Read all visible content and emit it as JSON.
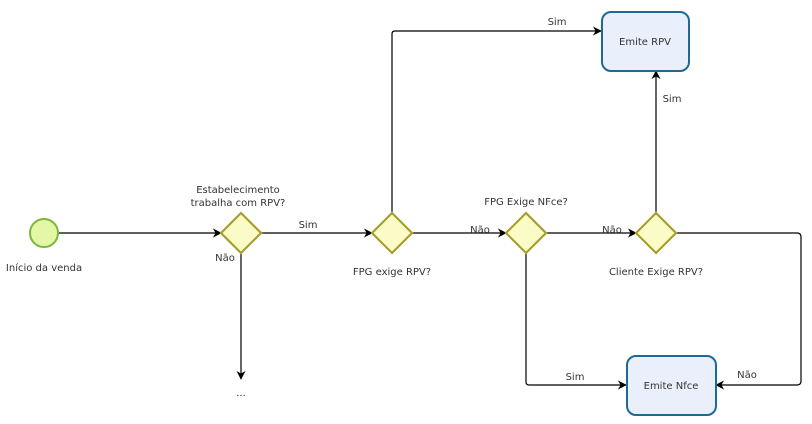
{
  "diagram": {
    "type": "bpmn-flow",
    "colors": {
      "start_fill": "#e4f7a6",
      "start_stroke": "#7ab83a",
      "gateway_fill": "#fbfbc8",
      "gateway_stroke": "#a5a02d",
      "task_fill": "#eaeffc",
      "task_stroke": "#1e6a94",
      "line": "#000000",
      "text": "#333333"
    },
    "start_event": {
      "label": "Início da venda"
    },
    "gateways": [
      {
        "id": "gw1",
        "label_lines": [
          "Estabelecimento",
          "trabalha com RPV?"
        ]
      },
      {
        "id": "gw2",
        "label_lines": [
          "FPG exige RPV?"
        ]
      },
      {
        "id": "gw3",
        "label_lines": [
          "FPG Exige NFce?"
        ]
      },
      {
        "id": "gw4",
        "label_lines": [
          "Cliente Exige RPV?"
        ]
      }
    ],
    "tasks": [
      {
        "id": "emite-rpv",
        "label": "Emite RPV"
      },
      {
        "id": "emite-nfce",
        "label": "Emite Nfce"
      }
    ],
    "flows": [
      {
        "from": "start",
        "to": "gw1",
        "label": ""
      },
      {
        "from": "gw1",
        "to": "gw2",
        "label": "Sim"
      },
      {
        "from": "gw1",
        "to": "continuation",
        "label": "Não"
      },
      {
        "from": "gw2",
        "to": "emite-rpv",
        "label": "Sim"
      },
      {
        "from": "gw2",
        "to": "gw3",
        "label": "Não"
      },
      {
        "from": "gw3",
        "to": "gw4",
        "label": "Não"
      },
      {
        "from": "gw3",
        "to": "emite-nfce",
        "label": "Sim"
      },
      {
        "from": "gw4",
        "to": "emite-rpv",
        "label": "Sim"
      },
      {
        "from": "gw4",
        "to": "emite-nfce",
        "label": "Não"
      }
    ],
    "continuation": {
      "label": "..."
    }
  }
}
